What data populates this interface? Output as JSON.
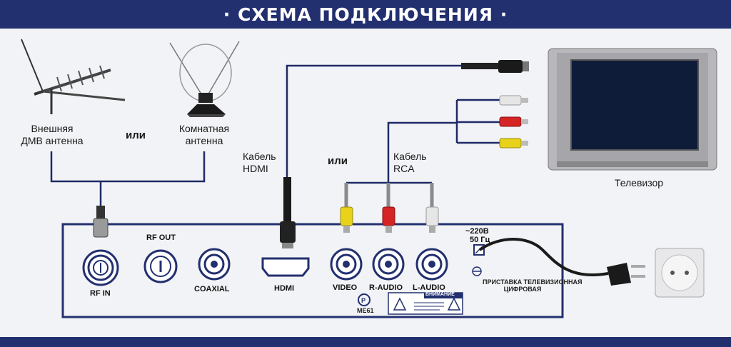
{
  "header": {
    "title": "· СХЕМА ПОДКЛЮЧЕНИЯ ·"
  },
  "labels": {
    "outdoor_antenna_1": "Внешняя",
    "outdoor_antenna_2": "ДМВ антенна",
    "or_antennas": "или",
    "indoor_antenna_1": "Комнатная",
    "indoor_antenna_2": "антенна",
    "hdmi_cable_1": "Кабель",
    "hdmi_cable_2": "HDMI",
    "or_cables": "или",
    "rca_cable_1": "Кабель",
    "rca_cable_2": "RCA",
    "tv": "Телевизор"
  },
  "ports": {
    "rf_in": "RF IN",
    "rf_out": "RF OUT",
    "coaxial": "COAXIAL",
    "hdmi": "HDMI",
    "video": "VIDEO",
    "r_audio": "R-AUDIO",
    "l_audio": "L-AUDIO"
  },
  "power": {
    "voltage": "~220В",
    "frequency": "50 Гц",
    "device_1": "ПРИСТАВКА ТЕЛЕВИЗИОННАЯ",
    "device_2": "ЦИФРОВАЯ"
  },
  "marks": {
    "cert": "МЕ61",
    "warning_title": "ВНИМАНИЕ"
  },
  "colors": {
    "header": "#23306f",
    "line": "#1f2a66",
    "rca_yellow": "#e8d21a",
    "rca_red": "#d42424",
    "rca_white": "#e6e6e6"
  }
}
